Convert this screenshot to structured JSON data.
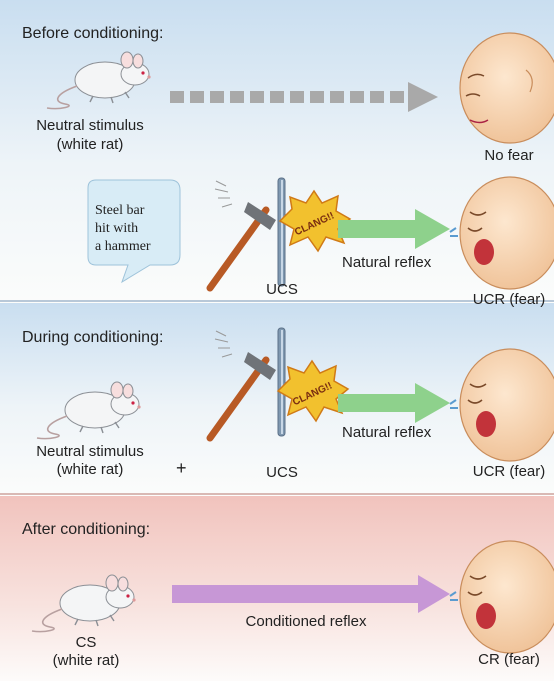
{
  "panels": {
    "before": {
      "heading": "Before conditioning:",
      "stimulus": [
        "Neutral stimulus",
        "(white rat)"
      ],
      "response": "No fear",
      "bubble": [
        "Steel bar",
        "hit with",
        "a hammer"
      ],
      "clang": "CLANG!!",
      "ucs": "UCS",
      "reflex": "Natural reflex",
      "ucr": "UCR (fear)"
    },
    "during": {
      "heading": "During conditioning:",
      "stimulus": [
        "Neutral stimulus",
        "(white rat)"
      ],
      "plus": "+",
      "clang": "CLANG!!",
      "ucs": "UCS",
      "reflex": "Natural reflex",
      "ucr": "UCR (fear)"
    },
    "after": {
      "heading": "After conditioning:",
      "stimulus": [
        "CS",
        "(white rat)"
      ],
      "reflex": "Conditioned reflex",
      "cr": "CR (fear)"
    }
  },
  "colors": {
    "dashed_arrow": "#a9a9a9",
    "natural_arrow": "#8ed18c",
    "conditioned_arrow": "#c797d6",
    "after_band": "#f3c8c2",
    "sky": "#cfe2f0"
  },
  "icons": [
    "rat-icon",
    "baby-face-icon",
    "hammer-icon",
    "steel-bar-icon",
    "clang-burst-icon",
    "speech-bubble-icon"
  ]
}
